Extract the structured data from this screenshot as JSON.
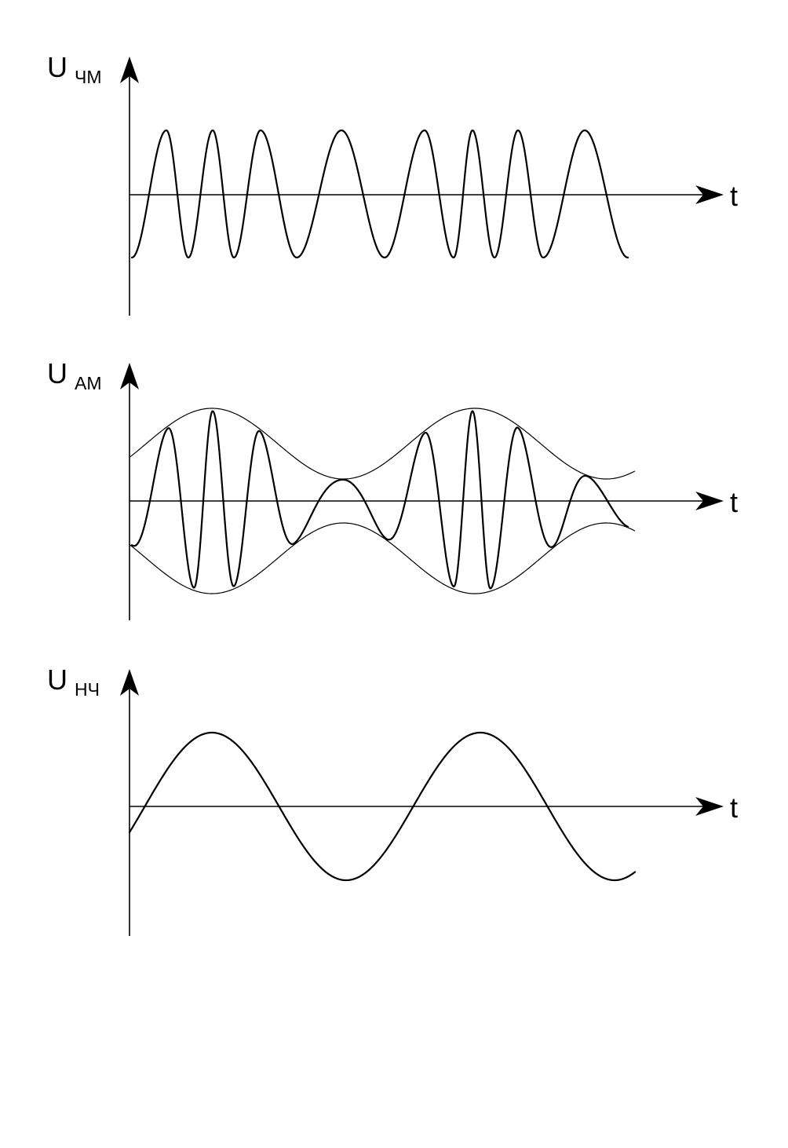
{
  "panels": [
    {
      "id": "fm",
      "y_label": "U",
      "y_label_sub": "ЧМ",
      "x_label": "t",
      "waveform": "frequency-modulated carrier"
    },
    {
      "id": "am",
      "y_label": "U",
      "y_label_sub": "АМ",
      "x_label": "t",
      "waveform": "amplitude-modulated carrier with envelope"
    },
    {
      "id": "lf",
      "y_label": "U",
      "y_label_sub": "НЧ",
      "x_label": "t",
      "waveform": "low-frequency sine"
    }
  ],
  "colors": {
    "stroke": "#000000",
    "background": "#ffffff"
  }
}
